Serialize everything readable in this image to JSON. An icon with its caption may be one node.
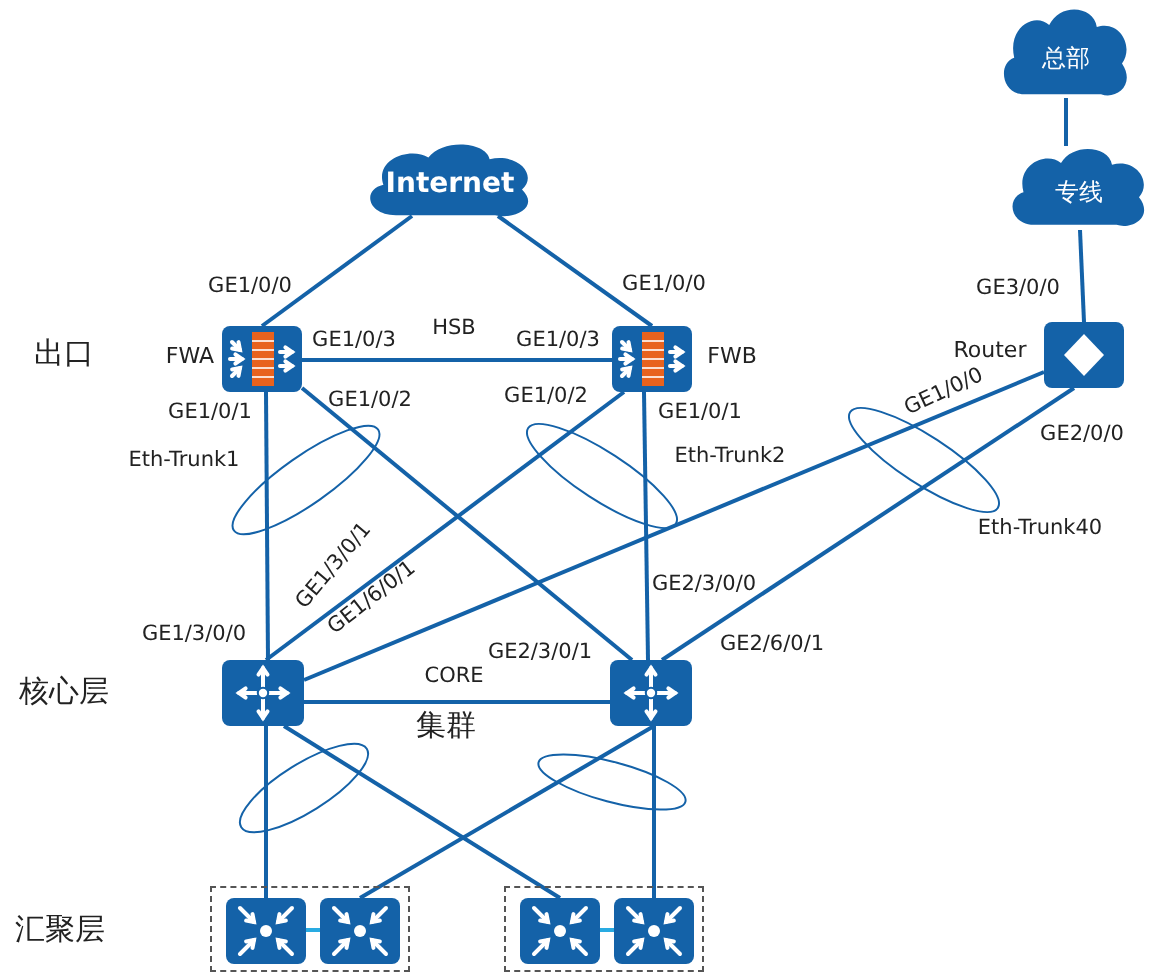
{
  "diagram": {
    "nodes": [
      {
        "text": [
          "Internet"
        ]
      },
      {
        "text": [
          "总部"
        ]
      },
      {
        "text": [
          "专线"
        ]
      },
      {
        "text": [],
        "shape": "box",
        "beside": [
          "FWA"
        ]
      },
      {
        "text": [],
        "shape": "box",
        "beside": [
          "FWB"
        ]
      },
      {
        "text": [],
        "shape": "box",
        "beside": [
          "Router"
        ]
      },
      {
        "text": [],
        "shape": "box"
      },
      {
        "text": [],
        "shape": "box"
      },
      {
        "text": [],
        "shape": "box"
      },
      {
        "text": [],
        "shape": "box",
        "in": 8
      },
      {
        "text": [],
        "shape": "box",
        "in": 8
      },
      {
        "text": [],
        "shape": "box"
      },
      {
        "text": [],
        "shape": "box",
        "in": 11
      },
      {
        "text": [],
        "shape": "box",
        "in": 11
      }
    ],
    "edges": [
      {
        "from": 0,
        "to": 3,
        "arrow": "none"
      },
      {
        "from": 0,
        "to": 4,
        "arrow": "none"
      },
      {
        "from": 1,
        "to": 2,
        "arrow": "none"
      },
      {
        "from": 2,
        "to": 5,
        "arrow": "none"
      },
      {
        "from": 3,
        "to": 4,
        "arrow": "none"
      },
      {
        "from": 3,
        "to": 6,
        "arrow": "none"
      },
      {
        "from": 3,
        "to": 7,
        "arrow": "none"
      },
      {
        "from": 4,
        "to": 6,
        "arrow": "none"
      },
      {
        "from": 4,
        "to": 7,
        "arrow": "none"
      },
      {
        "from": 5,
        "to": 6,
        "arrow": "none"
      },
      {
        "from": 5,
        "to": 7,
        "arrow": "none"
      },
      {
        "from": 6,
        "to": 7,
        "arrow": "none"
      },
      {
        "from": 6,
        "to": 9,
        "arrow": "none"
      },
      {
        "from": 6,
        "to": 12,
        "arrow": "none"
      },
      {
        "from": 7,
        "to": 10,
        "arrow": "none"
      },
      {
        "from": 7,
        "to": 13,
        "arrow": "none"
      },
      {
        "from": 9,
        "to": 10,
        "arrow": "none",
        "color": "#29abe2"
      },
      {
        "from": 12,
        "to": 13,
        "arrow": "none",
        "color": "#29abe2"
      }
    ],
    "labels": [
      "GE1/0/0",
      "GE1/0/0",
      "GE3/0/0",
      "GE1/0/3",
      "HSB",
      "GE1/0/3",
      "出口",
      "GE1/0/2",
      "GE1/0/2",
      "GE1/0/1",
      "GE1/0/1",
      "GE1/0/0",
      "GE2/0/0",
      "Eth-Trunk1",
      "Eth-Trunk2",
      "Eth-Trunk40",
      "GE1/3/0/1",
      "GE1/6/0/1",
      "GE2/3/0/0",
      "GE1/3/0/0",
      "GE2/6/0/1",
      "GE2/3/0/1",
      "CORE",
      "核心层",
      "集群",
      "汇聚层"
    ]
  }
}
